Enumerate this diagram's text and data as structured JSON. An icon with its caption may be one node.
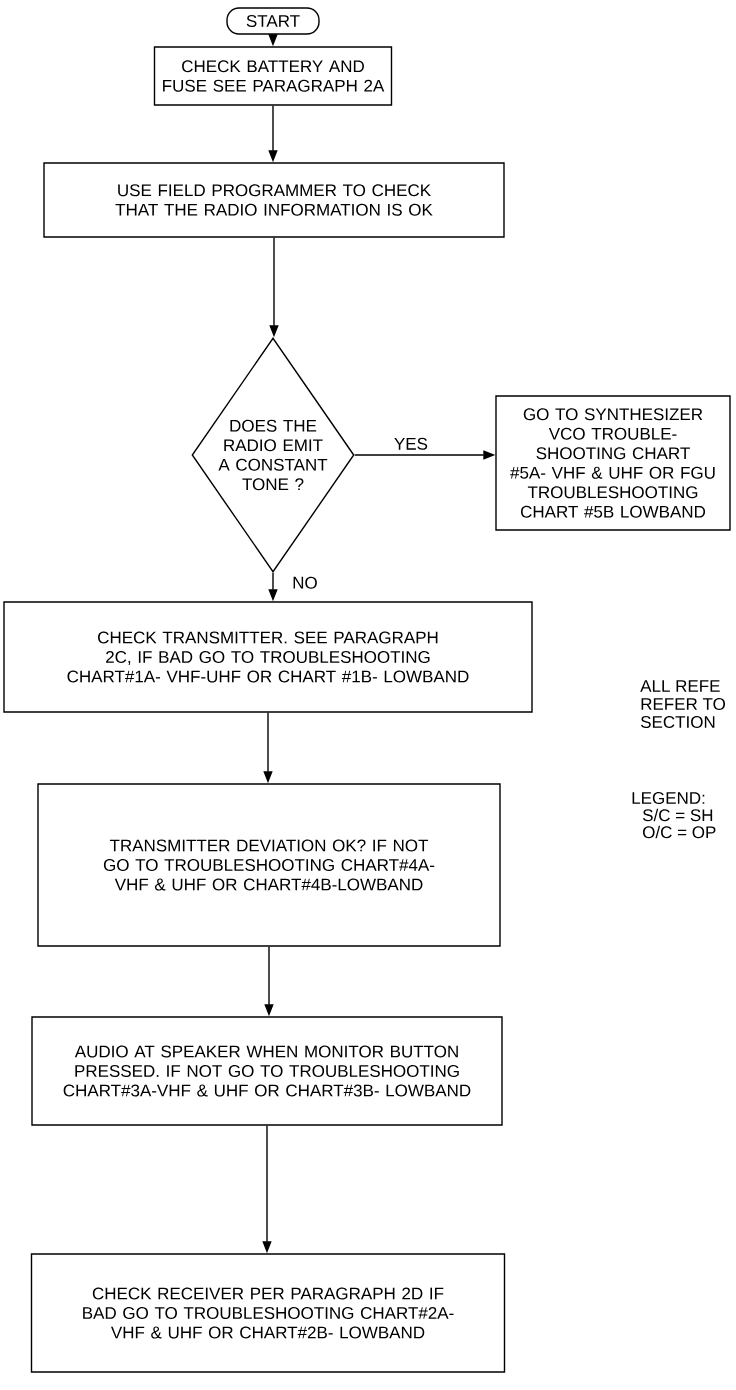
{
  "diagram": {
    "nodes": [
      {
        "text": [
          "START"
        ]
      },
      {
        "text": [
          "CHECK BATTERY AND FUSE SEE PARAGRAPH 2A"
        ]
      },
      {
        "text": [
          "USE FIELD PROGRAMMER TO CHECK THAT THE RADIO INFORMATION IS OK"
        ]
      },
      {
        "text": [
          "DOES THE RADIO EMIT A CONSTANT TONE ?"
        ]
      },
      {
        "text": [
          "GO TO SYNTHESIZER VCO TROUBLE- SHOOTING CHART #5A- VHF & UHF OR FGU TROUBLESHOOTING CHART #5B LOWBAND"
        ]
      },
      {
        "text": [
          "CHECK TRANSMITTER. SEE PARAGRAPH 2C, IF BAD GO TO TROUBLESHOOTING CHART#1A- VHF-UHF OR CHART #1B- LOWBAND"
        ]
      },
      {
        "text": [
          "TRANSMITTER DEVIATION OK? IF NOT GO TO TROUBLESHOOTING CHART#4A-VHF & UHF OR CHART#4B-LOWBAND"
        ]
      },
      {
        "text": [
          "AUDIO AT SPEAKER WHEN MONITOR BUTTON PRESSED. IF NOT GO TO TROUBLESHOOTING CHART#3A-VHF & UHF OR CHART#3B- LOWBAND"
        ]
      },
      {
        "text": [
          "CHECK RECEIVER PER PARAGRAPH 2D IF BAD GO TO TROUBLESHOOTING CHART#2A-VHF & UHF OR CHART#2B- LOWBAND"
        ]
      }
    ],
    "edges": [
      {
        "from": 0,
        "to": 1,
        "arrow": "to"
      },
      {
        "from": 1,
        "to": 2,
        "arrow": "to"
      },
      {
        "from": 2,
        "to": 3,
        "arrow": "to"
      },
      {
        "from": 3,
        "to": 4,
        "arrow": "to",
        "label": "YES"
      },
      {
        "from": 3,
        "to": 5,
        "arrow": "to",
        "label": "NO"
      },
      {
        "from": 5,
        "to": 6,
        "arrow": "to"
      },
      {
        "from": 6,
        "to": 7,
        "arrow": "to"
      },
      {
        "from": 7,
        "to": 8,
        "arrow": "to"
      }
    ],
    "labels": [
      "ALL REFE",
      "REFER TO",
      "SECTION",
      "LEGEND:",
      "S/C = SH",
      "O/C = OP"
    ]
  }
}
